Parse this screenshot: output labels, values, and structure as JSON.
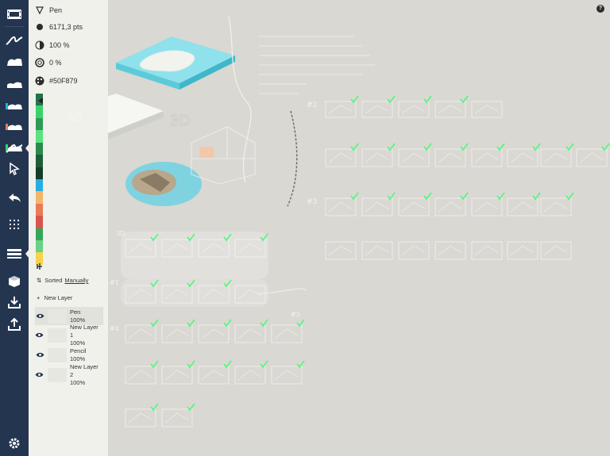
{
  "tool": {
    "name": "Pen",
    "size": "6171,3 pts",
    "opacity": "100 %",
    "smoothing": "0 %",
    "color_hex": "#50F879"
  },
  "palette": [
    "#24744a",
    "#3ad36a",
    "#2e9a55",
    "#5ce27e",
    "#2b8a4b",
    "#1e5d39",
    "#163d29",
    "#26aee0",
    "#f3b56b",
    "#e97b57",
    "#d9534f",
    "#33a659",
    "#67d184",
    "#f6d24a"
  ],
  "layers_panel": {
    "sorted_label": "Sorted",
    "sorted_value": "Manually",
    "new_layer_label": "New Layer",
    "layers": [
      {
        "name": "Pen",
        "opacity": "100%"
      },
      {
        "name": "New Layer 1",
        "opacity": "100%"
      },
      {
        "name": "Pencil",
        "opacity": "100%"
      },
      {
        "name": "New Layer 2",
        "opacity": "100%"
      }
    ]
  },
  "toolbar": {
    "icons": [
      "film-icon",
      "pen-icon",
      "fountain-pen-icon",
      "marker-icon",
      "chisel-icon",
      "brush-icon",
      "eraser-icon",
      "active-pen-icon",
      "select-icon",
      "undo-icon",
      "grid-icon",
      "layers-icon",
      "cube-icon",
      "import-icon",
      "export-icon",
      "settings-icon"
    ]
  },
  "canvas": {
    "sketch_labels": [
      "A5",
      "3D",
      "#1",
      "#2",
      "#3",
      "#4",
      "#5"
    ],
    "help_label": "?"
  }
}
